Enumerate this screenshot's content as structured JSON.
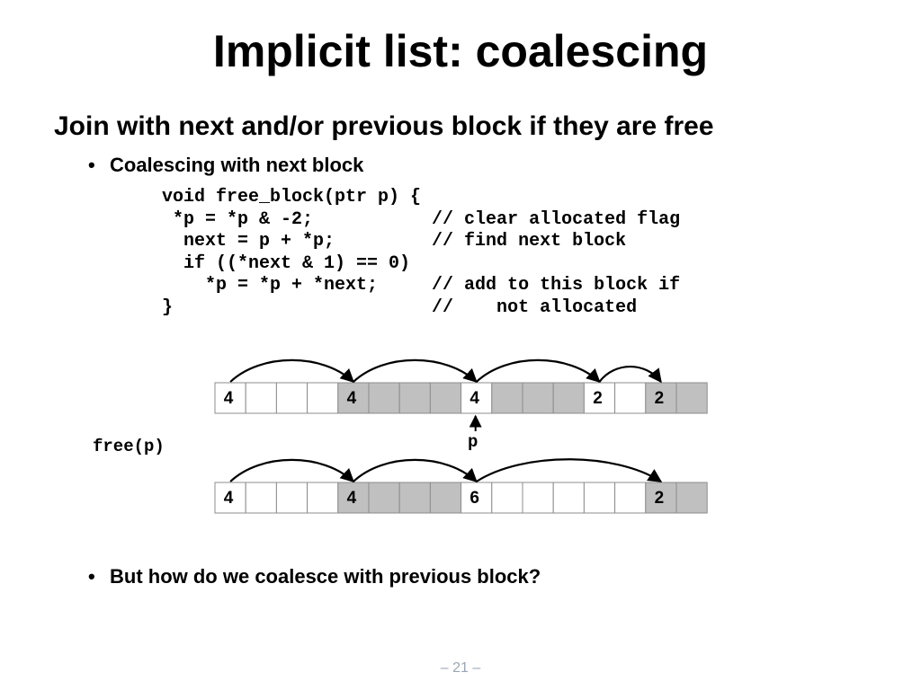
{
  "title": "Implicit list: coalescing",
  "heading": "Join with next and/or previous block if they are free",
  "bullets": {
    "first": "Coalescing with next block",
    "second": "But how do we coalesce with previous block?",
    "marker": "•"
  },
  "code": {
    "lines": [
      "void free_block(ptr p) {",
      " *p = *p & -2;           // clear allocated flag",
      "  next = p + *p;         // find next block",
      "  if ((*next & 1) == 0)",
      "    *p = *p + *next;     // add to this block if",
      "}                        //    not allocated"
    ]
  },
  "diagram": {
    "free_call_label": "free(p)",
    "pointer_label": "p",
    "colors": {
      "free": "#ffffff",
      "allocated": "#c0c0c0",
      "border": "#8c8c8c",
      "arrow": "#000000"
    },
    "before": {
      "cells": [
        {
          "label": "4",
          "state": "free"
        },
        {
          "label": "",
          "state": "free"
        },
        {
          "label": "",
          "state": "free"
        },
        {
          "label": "",
          "state": "free"
        },
        {
          "label": "4",
          "state": "allocated"
        },
        {
          "label": "",
          "state": "allocated"
        },
        {
          "label": "",
          "state": "allocated"
        },
        {
          "label": "",
          "state": "allocated"
        },
        {
          "label": "4",
          "state": "free"
        },
        {
          "label": "",
          "state": "allocated"
        },
        {
          "label": "",
          "state": "allocated"
        },
        {
          "label": "",
          "state": "allocated"
        },
        {
          "label": "2",
          "state": "free"
        },
        {
          "label": "",
          "state": "free"
        },
        {
          "label": "2",
          "state": "allocated"
        },
        {
          "label": "",
          "state": "allocated"
        }
      ],
      "links": [
        [
          0,
          4
        ],
        [
          4,
          8
        ],
        [
          8,
          12
        ],
        [
          12,
          14
        ]
      ],
      "pointer_cell": 8
    },
    "after": {
      "cells": [
        {
          "label": "4",
          "state": "free"
        },
        {
          "label": "",
          "state": "free"
        },
        {
          "label": "",
          "state": "free"
        },
        {
          "label": "",
          "state": "free"
        },
        {
          "label": "4",
          "state": "allocated"
        },
        {
          "label": "",
          "state": "allocated"
        },
        {
          "label": "",
          "state": "allocated"
        },
        {
          "label": "",
          "state": "allocated"
        },
        {
          "label": "6",
          "state": "free"
        },
        {
          "label": "",
          "state": "free"
        },
        {
          "label": "",
          "state": "free"
        },
        {
          "label": "",
          "state": "free"
        },
        {
          "label": "",
          "state": "free"
        },
        {
          "label": "",
          "state": "free"
        },
        {
          "label": "2",
          "state": "allocated"
        },
        {
          "label": "",
          "state": "allocated"
        }
      ],
      "links": [
        [
          0,
          4
        ],
        [
          4,
          8
        ],
        [
          8,
          14
        ]
      ]
    }
  },
  "page_number": "– 21 –"
}
